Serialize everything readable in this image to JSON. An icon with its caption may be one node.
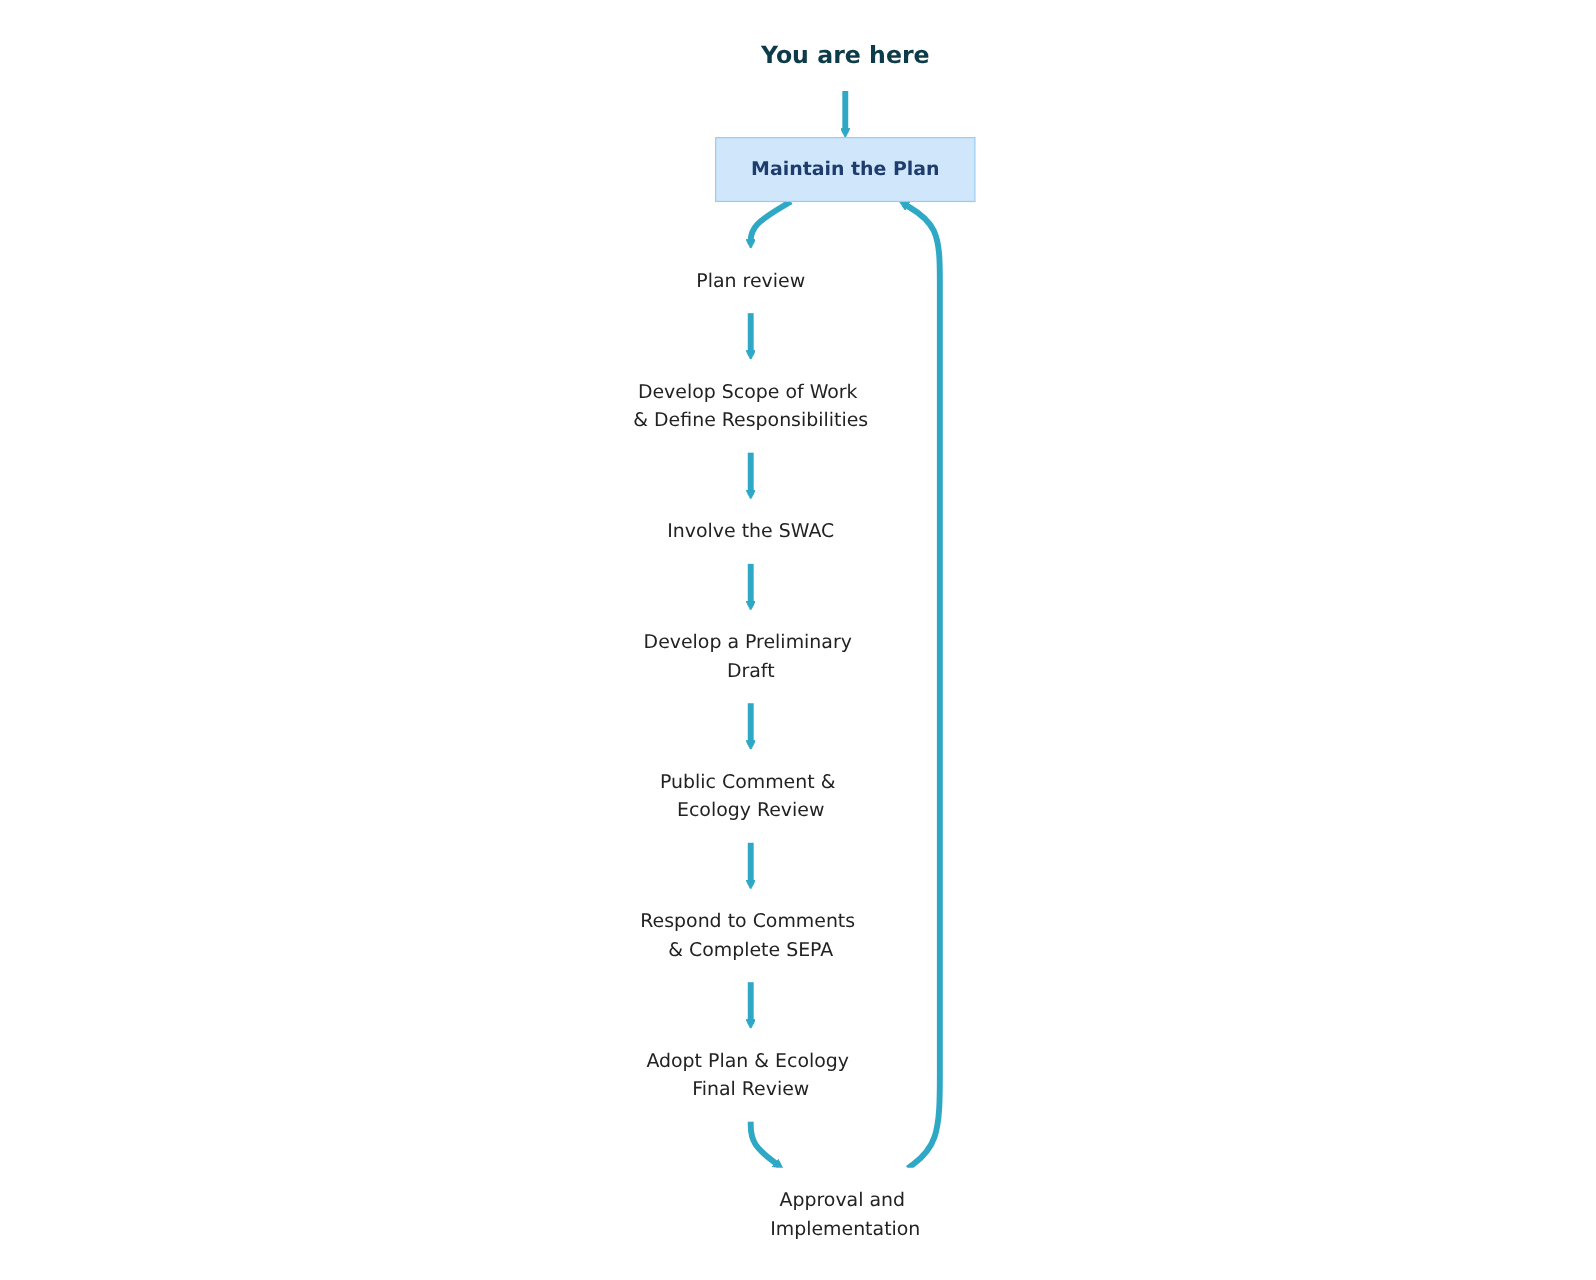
{
  "diagram": {
    "nodes": [
      {
        "text": [
          "You are here"
        ]
      },
      {
        "text": [
          "Maintain the Plan"
        ]
      },
      {
        "text": [
          "Plan review"
        ]
      },
      {
        "text": [
          "Develop Scope of Work & Define Responsibilities"
        ]
      },
      {
        "text": [
          "Involve the SWAC"
        ]
      },
      {
        "text": [
          "Develop a Preliminary Draft"
        ]
      },
      {
        "text": [
          "Public Comment & Ecology Review"
        ]
      },
      {
        "text": [
          "Respond to Comments & Complete SEPA"
        ]
      },
      {
        "text": [
          "Adopt Plan & Ecology Final Review"
        ]
      },
      {
        "text": [
          "Approval and Implementation"
        ]
      }
    ],
    "edges": [
      {
        "from": 0,
        "to": 1,
        "arrow": "to"
      },
      {
        "from": 1,
        "to": 2,
        "arrow": "to"
      },
      {
        "from": 2,
        "to": 3,
        "arrow": "to"
      },
      {
        "from": 3,
        "to": 4,
        "arrow": "to"
      },
      {
        "from": 4,
        "to": 5,
        "arrow": "to"
      },
      {
        "from": 5,
        "to": 6,
        "arrow": "to"
      },
      {
        "from": 6,
        "to": 7,
        "arrow": "to"
      },
      {
        "from": 7,
        "to": 8,
        "arrow": "to"
      },
      {
        "from": 8,
        "to": 9,
        "arrow": "to"
      },
      {
        "from": 9,
        "to": 1,
        "arrow": "to"
      }
    ]
  }
}
